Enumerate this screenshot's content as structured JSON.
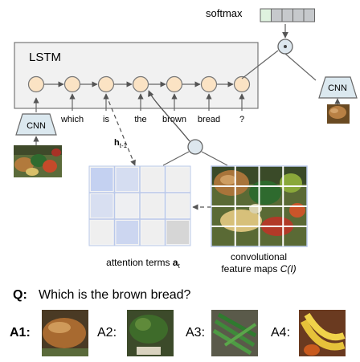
{
  "diagram": {
    "softmax_label": "softmax",
    "lstm_label": "LSTM",
    "cnn_label": "CNN",
    "words": [
      "which",
      "is",
      "the",
      "brown",
      "bread",
      "?"
    ],
    "hidden_label": "h",
    "hidden_sub": "t-1",
    "attention_label": "attention terms ",
    "attention_symbol": "a",
    "attention_sub": "t",
    "feature_line1": "convolutional",
    "feature_line2": "feature maps ",
    "feature_symbol": "C(I)",
    "attention_levels": [
      [
        0.55,
        0.35,
        0.0,
        0.0
      ],
      [
        0.3,
        0.05,
        0.0,
        0.0
      ],
      [
        0.0,
        0.45,
        0.0,
        0.15
      ]
    ],
    "colors": {
      "lstm_node": "#fbe3c4",
      "cnn_fill": "#dbe8ef",
      "softmax_first": "#dff2df",
      "softmax_rest": "#c6c9cc",
      "attention_blue": "#9db4ee",
      "grid_line": "#b9c8ea"
    }
  },
  "qa": {
    "question_prefix": "Q:",
    "question": "Which is the brown bread?",
    "answers": [
      {
        "label": "A1:",
        "image": "brown-bread-photo"
      },
      {
        "label": "A2:",
        "image": "leafy-greens-photo"
      },
      {
        "label": "A3:",
        "image": "green-beans-photo"
      },
      {
        "label": "A4:",
        "image": "bananas-photo"
      }
    ]
  }
}
